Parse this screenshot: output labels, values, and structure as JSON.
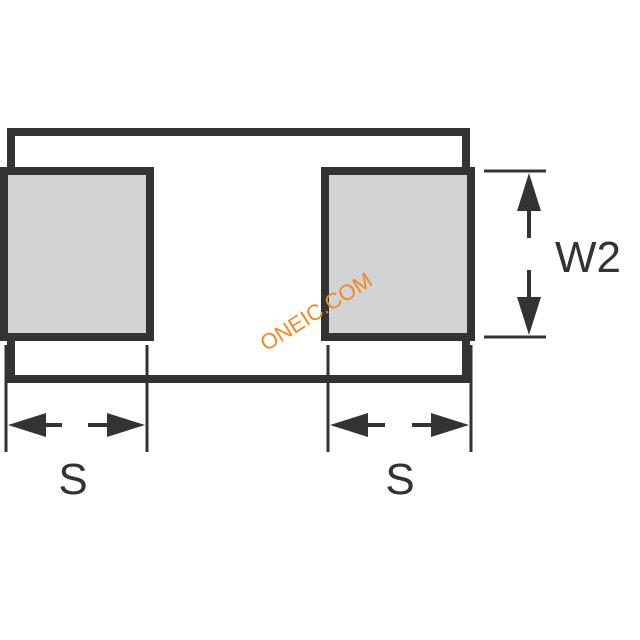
{
  "labels": {
    "width_dimension": "W2",
    "spacing_left": "S",
    "spacing_right": "S"
  },
  "watermark": "ONEIC.COM",
  "colors": {
    "outline": "#333333",
    "pad_fill": "#d2d3d5",
    "background": "#ffffff",
    "watermark": "#f08a1c"
  }
}
